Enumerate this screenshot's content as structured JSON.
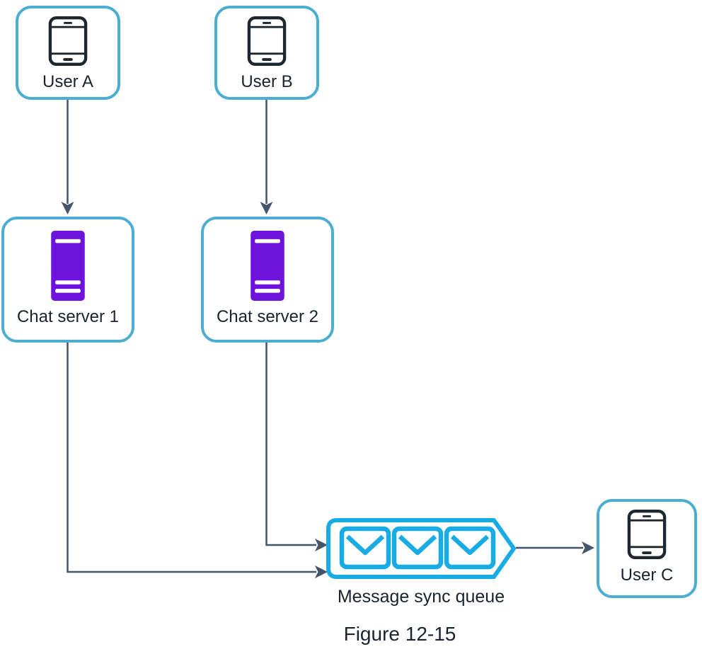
{
  "diagram": {
    "nodes": {
      "user_a": {
        "label": "User A",
        "icon": "phone-icon"
      },
      "user_b": {
        "label": "User B",
        "icon": "phone-icon"
      },
      "chat_server_1": {
        "label": "Chat server 1",
        "icon": "server-icon"
      },
      "chat_server_2": {
        "label": "Chat server 2",
        "icon": "server-icon"
      },
      "message_queue": {
        "label": "Message sync queue",
        "icon": "envelope-icon",
        "envelope_count": 3
      },
      "user_c": {
        "label": "User C",
        "icon": "phone-icon"
      }
    },
    "edges": [
      {
        "from": "user_a",
        "to": "chat_server_1"
      },
      {
        "from": "user_b",
        "to": "chat_server_2"
      },
      {
        "from": "chat_server_1",
        "to": "message_queue"
      },
      {
        "from": "chat_server_2",
        "to": "message_queue"
      },
      {
        "from": "message_queue",
        "to": "user_c"
      }
    ],
    "caption": "Figure 12-15",
    "colors": {
      "node_border": "#4badd2",
      "queue_accent": "#18abe4",
      "server_fill": "#6e13db",
      "connector": "#44546a",
      "text": "#1a232e",
      "icon_dark": "#1e2730",
      "background": "#ffffff"
    }
  }
}
